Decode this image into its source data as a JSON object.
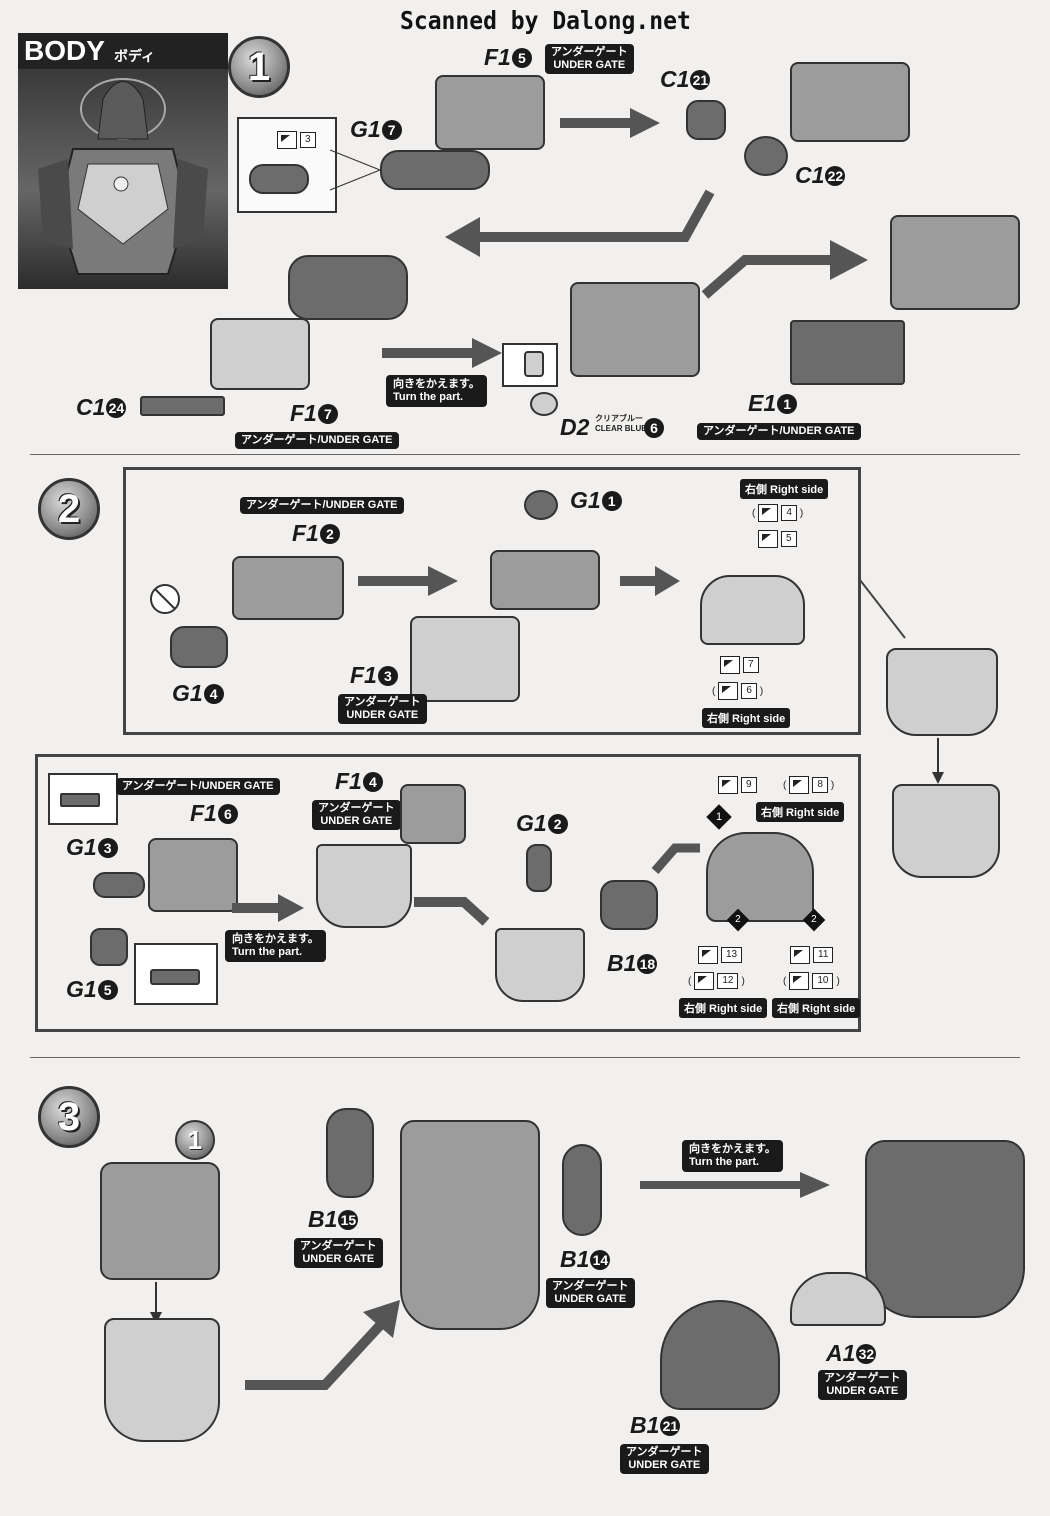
{
  "watermark": "Scanned by Dalong.net",
  "header": {
    "title_en": "BODY",
    "title_jp": "ボディ"
  },
  "colors": {
    "ink": "#1a1a1a",
    "part_mid": "#9c9c9c",
    "part_light": "#cfcfcf",
    "part_dark": "#6c6c6c",
    "paper": "#f1f0ee"
  },
  "steps": [
    "1",
    "2",
    "3"
  ],
  "sub_step": "1",
  "notes": {
    "turn_jp": "向きをかえます。",
    "turn_en": "Turn the part."
  },
  "gate": {
    "jp": "アンダーゲート",
    "en": "UNDER GATE",
    "combined": "アンダーゲート/UNDER GATE"
  },
  "right_side": "右側 Right side",
  "step1": {
    "f15": {
      "letter": "F1",
      "num": "5"
    },
    "g17": {
      "letter": "G1",
      "num": "7"
    },
    "c121": {
      "letter": "C1",
      "num": "21"
    },
    "c122": {
      "letter": "C1",
      "num": "22"
    },
    "c124": {
      "letter": "C1",
      "num": "24"
    },
    "f17": {
      "letter": "F1",
      "num": "7"
    },
    "d2": {
      "letter": "D2",
      "sub_jp": "クリアブルー",
      "sub_en": "CLEAR BLUE",
      "num": "6"
    },
    "e11": {
      "letter": "E1",
      "num": "1"
    },
    "seal": "3"
  },
  "step2": {
    "f12": {
      "letter": "F1",
      "num": "2"
    },
    "g11": {
      "letter": "G1",
      "num": "1"
    },
    "g14": {
      "letter": "G1",
      "num": "4"
    },
    "f13": {
      "letter": "F1",
      "num": "3"
    },
    "f16": {
      "letter": "F1",
      "num": "6"
    },
    "f14": {
      "letter": "F1",
      "num": "4"
    },
    "g13": {
      "letter": "G1",
      "num": "3"
    },
    "g15": {
      "letter": "G1",
      "num": "5"
    },
    "g12": {
      "letter": "G1",
      "num": "2"
    },
    "b118": {
      "letter": "B1",
      "num": "18"
    },
    "seals_a": [
      "4",
      "5",
      "7",
      "6"
    ],
    "seals_b": [
      "9",
      "8",
      "13",
      "12",
      "11",
      "10"
    ],
    "marker1": "1",
    "marker2": "2"
  },
  "step3": {
    "b115": {
      "letter": "B1",
      "num": "15"
    },
    "b114": {
      "letter": "B1",
      "num": "14"
    },
    "b121": {
      "letter": "B1",
      "num": "21"
    },
    "a132": {
      "letter": "A1",
      "num": "32"
    }
  }
}
